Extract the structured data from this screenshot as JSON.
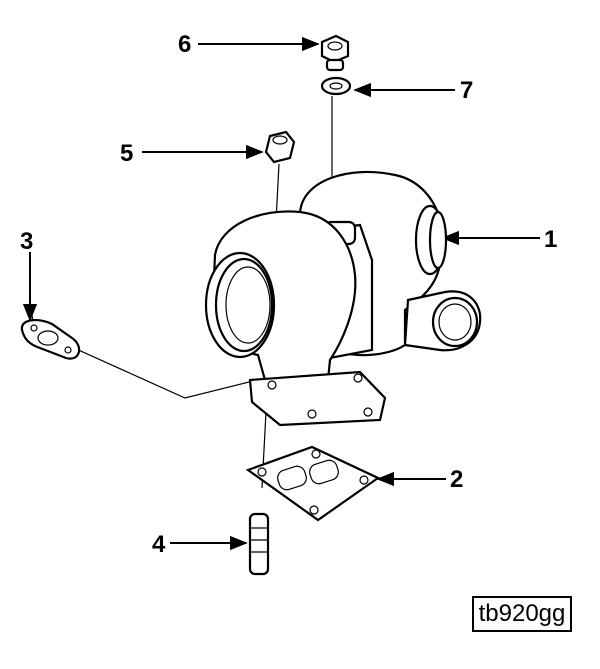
{
  "figure_id": "tb920gg",
  "callouts": [
    {
      "number": "1",
      "part": "turbocharger"
    },
    {
      "number": "2",
      "part": "gasket"
    },
    {
      "number": "3",
      "part": "oil-drain-gasket"
    },
    {
      "number": "4",
      "part": "stud"
    },
    {
      "number": "5",
      "part": "nut"
    },
    {
      "number": "6",
      "part": "plug"
    },
    {
      "number": "7",
      "part": "washer"
    }
  ]
}
